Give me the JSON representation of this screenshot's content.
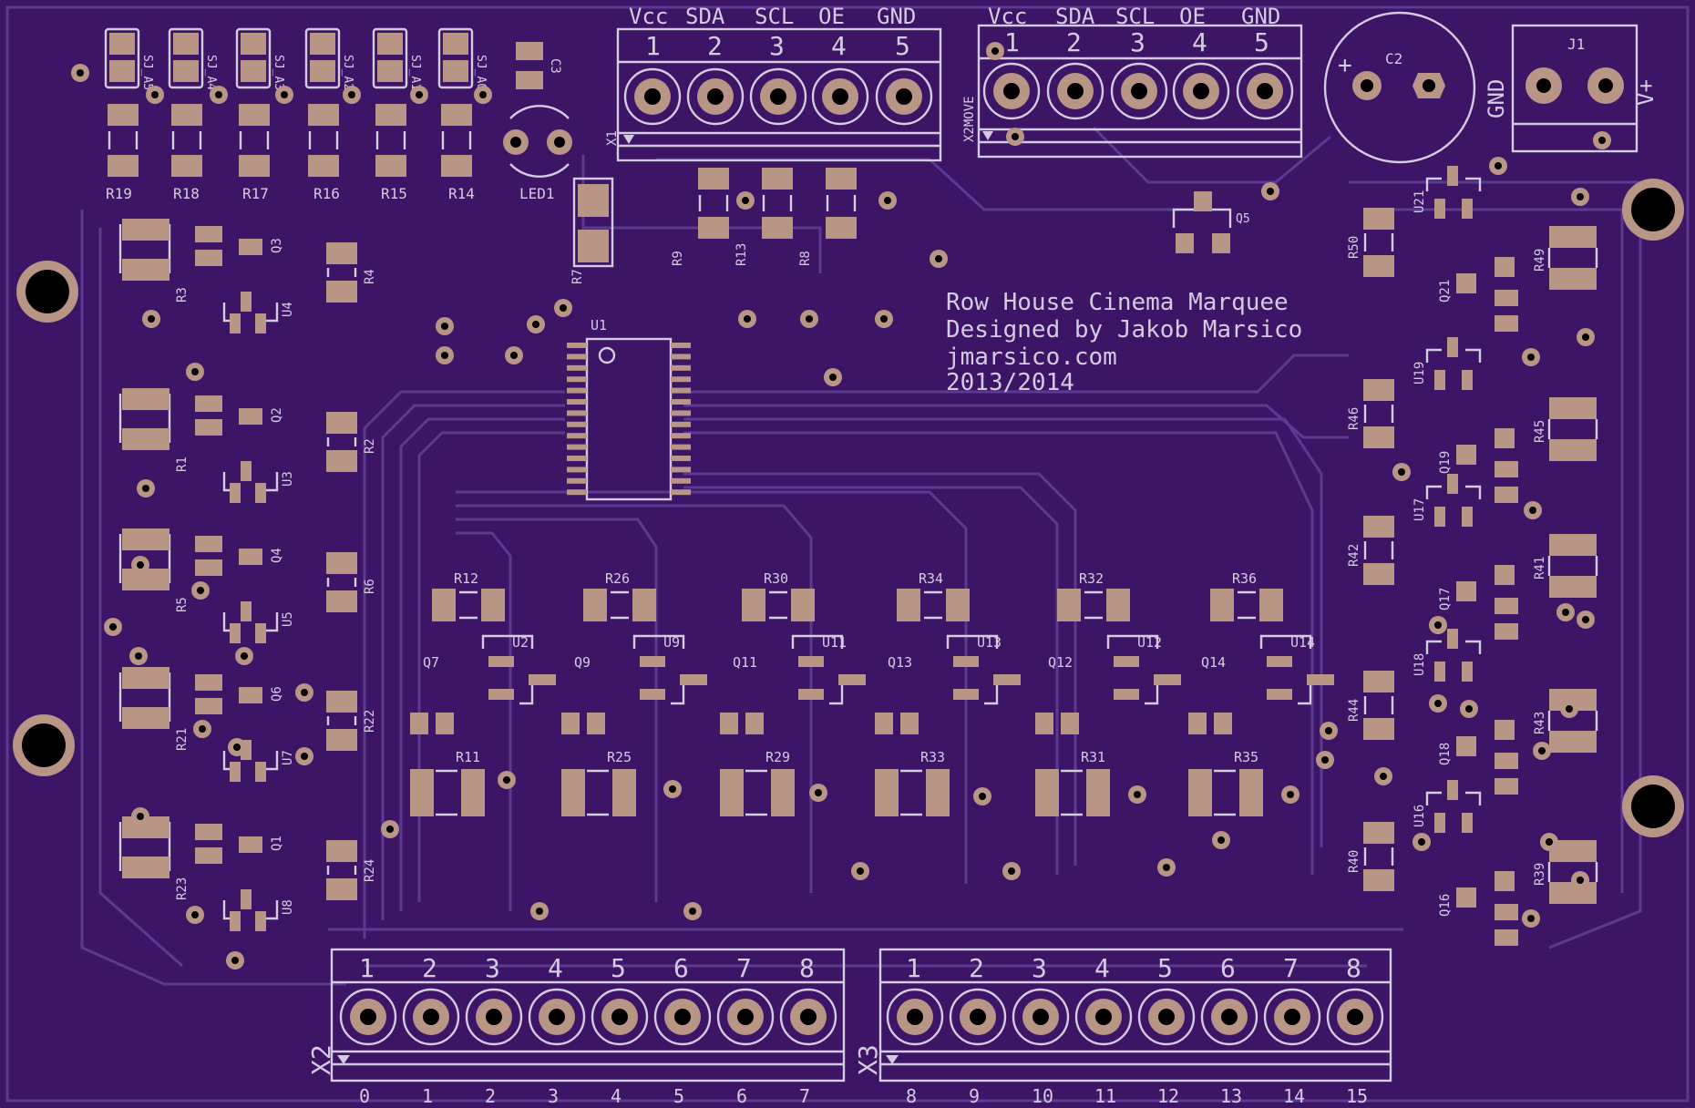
{
  "board": {
    "title_lines": [
      "Row House Cinema Marquee",
      "Designed by Jakob Marsico",
      "jmarsico.com",
      "2013/2014"
    ],
    "colors": {
      "background": "#3d1566",
      "silkscreen": "#d3cbe0",
      "copper_pad": "#b89585",
      "trace": "#5b3a92",
      "hole": "#000000"
    }
  },
  "headers": {
    "x1": {
      "ref": "X1",
      "signals": [
        "Vcc",
        "SDA",
        "SCL",
        "OE",
        "GND"
      ],
      "pins": [
        "1",
        "2",
        "3",
        "4",
        "5"
      ]
    },
    "x2move": {
      "ref": "X2MOVE",
      "signals": [
        "Vcc",
        "SDA",
        "SCL",
        "OE",
        "GND"
      ],
      "pins": [
        "1",
        "2",
        "3",
        "4",
        "5"
      ]
    },
    "x2": {
      "ref": "X2",
      "pins": [
        "1",
        "2",
        "3",
        "4",
        "5",
        "6",
        "7",
        "8"
      ],
      "outputs": [
        "0",
        "1",
        "2",
        "3",
        "4",
        "5",
        "6",
        "7"
      ]
    },
    "x3": {
      "ref": "X3",
      "pins": [
        "1",
        "2",
        "3",
        "4",
        "5",
        "6",
        "7",
        "8"
      ],
      "outputs": [
        "8",
        "9",
        "10",
        "11",
        "12",
        "13",
        "14",
        "15"
      ]
    },
    "j1": {
      "ref": "J1",
      "left": "GND",
      "right": "V+"
    }
  },
  "power": {
    "c2": "C2",
    "c2_plus": "+",
    "c3": "C3",
    "led": "LED1",
    "r7": "R7",
    "q5": "Q5",
    "u1": "U1"
  },
  "jumpers": [
    "SJ_A5",
    "SJ_A4",
    "SJ_A3",
    "SJ_A2",
    "SJ_A1",
    "SJ_A0"
  ],
  "addr_resistors": [
    "R19",
    "R18",
    "R17",
    "R16",
    "R15",
    "R14"
  ],
  "bus_resistors": [
    "R9",
    "R13",
    "R8"
  ],
  "left_channels": [
    {
      "r_big": "R3",
      "q": "Q3",
      "r_side": "R4",
      "u": "U4"
    },
    {
      "r_big": "R1",
      "q": "Q2",
      "r_side": "R2",
      "u": "U3"
    },
    {
      "r_big": "R5",
      "q": "Q4",
      "r_side": "R6",
      "u": "U5"
    },
    {
      "r_big": "R21",
      "q": "Q6",
      "r_side": "R22",
      "u": "U7"
    },
    {
      "r_big": "R23",
      "q": "Q1",
      "r_side": "R24",
      "u": "U8"
    }
  ],
  "middle_channels": [
    {
      "r_top": "R12",
      "u": "U2",
      "q": "Q7",
      "r_big": "R11"
    },
    {
      "r_top": "R26",
      "u": "U9",
      "q": "Q9",
      "r_big": "R25"
    },
    {
      "r_top": "R30",
      "u": "U11",
      "q": "Q11",
      "r_big": "R29"
    },
    {
      "r_top": "R34",
      "u": "U13",
      "q": "Q13",
      "r_big": "R33"
    },
    {
      "r_top": "R32",
      "u": "U12",
      "q": "Q12",
      "r_big": "R31"
    },
    {
      "r_top": "R36",
      "u": "U14",
      "q": "Q14",
      "r_big": "R35"
    }
  ],
  "right_channels": [
    {
      "u": "U21",
      "r_small": "R50",
      "q": "Q21",
      "r_big": "R49"
    },
    {
      "u": "U19",
      "r_small": "R46",
      "q": "Q19",
      "r_big": "R45"
    },
    {
      "u": "U17",
      "r_small": "R42",
      "q": "Q17",
      "r_big": "R41"
    },
    {
      "u": "U18",
      "r_small": "R44",
      "q": "Q18",
      "r_big": "R43"
    },
    {
      "u": "U16",
      "r_small": "R40",
      "q": "Q16",
      "r_big": "R39"
    }
  ]
}
